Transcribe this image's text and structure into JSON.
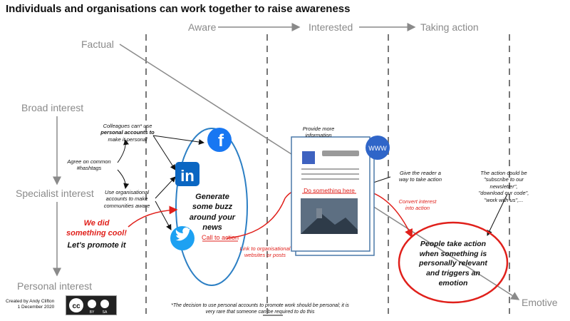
{
  "title": "Individuals and organisations can work together to raise awareness",
  "stages": [
    "Aware",
    "Interested",
    "Taking action"
  ],
  "y_axis": {
    "top": "Broad interest",
    "middle": "Specialist interest",
    "bottom": "Personal interest"
  },
  "x_axis": {
    "left": "Factual",
    "right": "Emotive"
  },
  "notes": {
    "colleagues": [
      "Colleagues can* use",
      "personal accounts to",
      "make it personal"
    ],
    "hashtags": [
      "Agree on common",
      "#hashtags"
    ],
    "organisational": [
      "Use organisational",
      "accounts to make",
      "communities aware"
    ],
    "we_did": [
      "We did",
      "something cool!"
    ],
    "promote": "Let's promote it",
    "generate": [
      "Generate",
      "some buzz",
      "around your",
      "news"
    ],
    "call_to_action": "Call to action",
    "link": [
      "Link to organisational",
      "websites or posts"
    ],
    "provide_info": [
      "Provide more",
      "information"
    ],
    "do_something": "Do something here",
    "give_reader": [
      "Give the reader a",
      "way to take action"
    ],
    "convert": [
      "Convert interest",
      "into action"
    ],
    "action_could_be": [
      "The action could be",
      "\"subscribe to our",
      "newsletter\",",
      "\"download our code\",",
      "\"work with us\",..."
    ],
    "people": [
      "People take action",
      "when something is",
      "personally relevant",
      "and triggers an",
      "emotion"
    ]
  },
  "icons": {
    "facebook": "facebook-icon",
    "linkedin": "linkedin-icon",
    "linkedin_text": "in",
    "twitter": "twitter-icon",
    "www": "www-icon",
    "www_text": "WWW"
  },
  "credit": [
    "Created by Andy Clifton",
    "1 December 2020"
  ],
  "license": {
    "label": "cc",
    "by": "BY",
    "sa": "SA"
  },
  "footnote": "*The decision to use personal accounts to promote work should be personal; it is very rare that someone can be required to do this",
  "colors": {
    "red": "#e0201b",
    "blue": "#2c7fc4",
    "facebook": "#1877f2",
    "linkedin": "#0a66c2",
    "twitter": "#1da1f2",
    "grey": "#8a8a8a"
  }
}
